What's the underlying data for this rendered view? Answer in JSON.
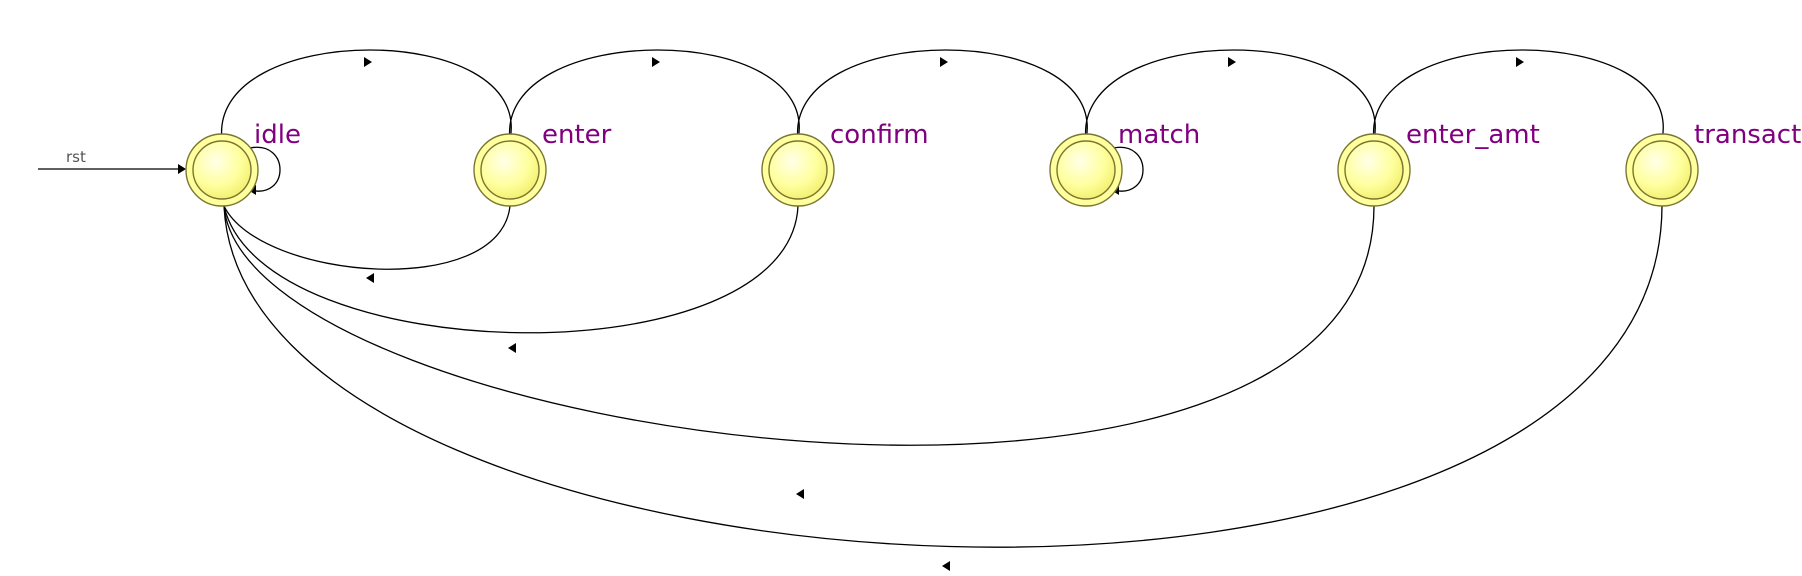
{
  "diagram": {
    "type": "state-machine",
    "reset": {
      "label": "rst",
      "target": "idle"
    },
    "states": [
      {
        "id": "idle",
        "label": "idle"
      },
      {
        "id": "enter",
        "label": "enter"
      },
      {
        "id": "confirm",
        "label": "confirm"
      },
      {
        "id": "match",
        "label": "match"
      },
      {
        "id": "enter_amt",
        "label": "enter_amt"
      },
      {
        "id": "transact",
        "label": "transact"
      }
    ],
    "transitions": [
      {
        "from": "idle",
        "to": "idle"
      },
      {
        "from": "idle",
        "to": "enter"
      },
      {
        "from": "enter",
        "to": "confirm"
      },
      {
        "from": "confirm",
        "to": "match"
      },
      {
        "from": "match",
        "to": "match"
      },
      {
        "from": "match",
        "to": "enter_amt"
      },
      {
        "from": "enter_amt",
        "to": "transact"
      },
      {
        "from": "enter",
        "to": "idle"
      },
      {
        "from": "confirm",
        "to": "idle"
      },
      {
        "from": "enter_amt",
        "to": "idle"
      },
      {
        "from": "transact",
        "to": "idle"
      }
    ]
  },
  "colors": {
    "state_fill": "#ffff9e",
    "state_fill_highlight": "#ffffe8",
    "state_outer_ring": "#d8d26a",
    "state_stroke": "#7a7630",
    "state_label": "#800080",
    "reset_label": "#555555",
    "edge": "#000000"
  }
}
